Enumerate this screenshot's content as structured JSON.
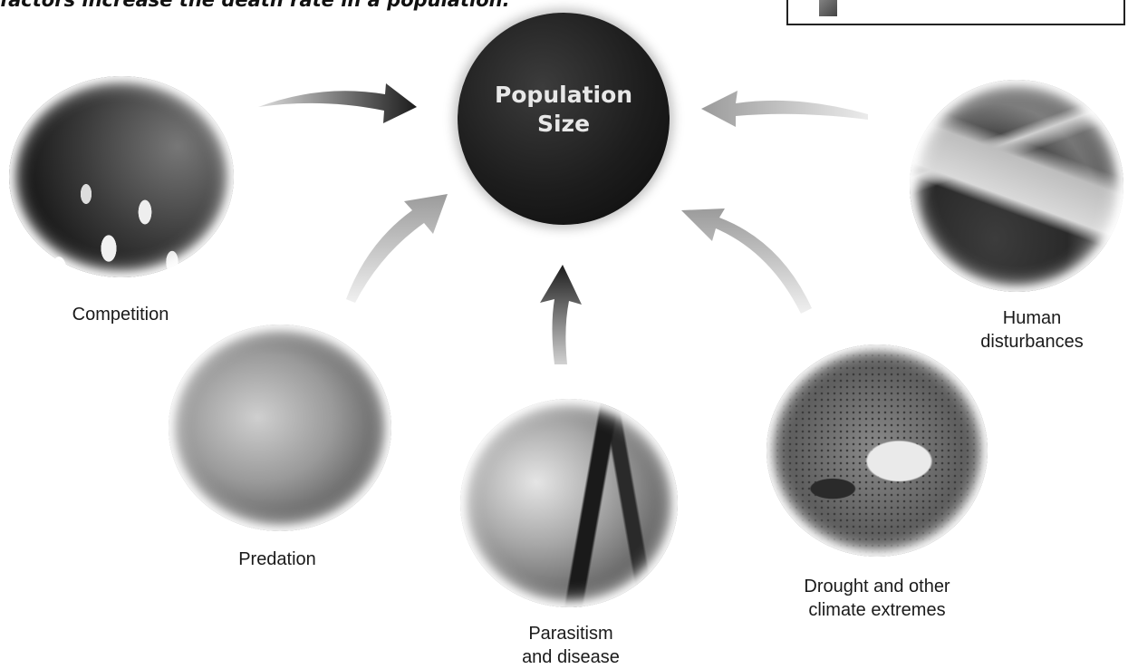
{
  "caption": "factors increase the death rate in a population.",
  "center": {
    "label": "Population Size",
    "color": "#1a1a1a"
  },
  "factors": [
    {
      "id": "competition",
      "label": "Competition"
    },
    {
      "id": "predation",
      "label": "Predation"
    },
    {
      "id": "parasitism",
      "label_line1": "Parasitism",
      "label_line2": "and disease"
    },
    {
      "id": "drought",
      "label_line1": "Drought and other",
      "label_line2": "climate extremes"
    },
    {
      "id": "human",
      "label_line1": "Human",
      "label_line2": "disturbances"
    }
  ],
  "arrows": [
    {
      "from": "competition",
      "style": "dark"
    },
    {
      "from": "predation",
      "style": "light"
    },
    {
      "from": "parasitism",
      "style": "dark"
    },
    {
      "from": "drought",
      "style": "light"
    },
    {
      "from": "human",
      "style": "light"
    }
  ],
  "colors": {
    "dark_arrow": "#1c1c1c",
    "light_arrow": "#9b9b9b"
  }
}
